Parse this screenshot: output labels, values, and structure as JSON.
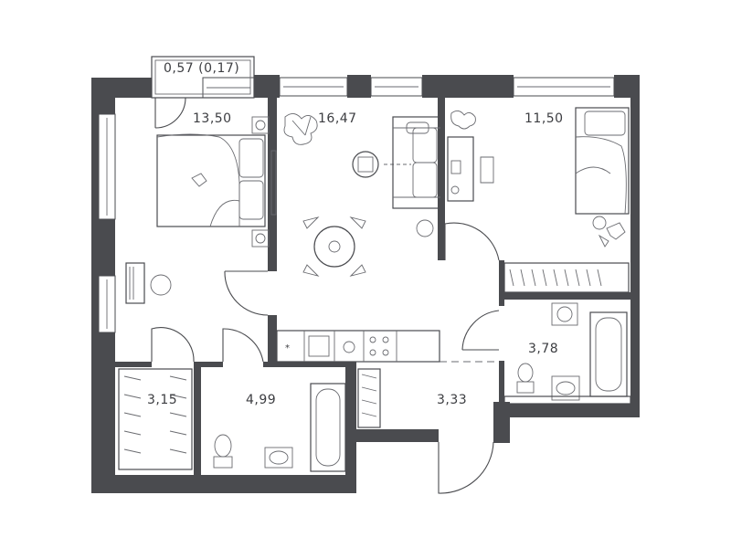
{
  "rooms": [
    {
      "id": "bedroom-left",
      "area": "13,50"
    },
    {
      "id": "living-kitchen",
      "area": "16,47"
    },
    {
      "id": "bedroom-right",
      "area": "11,50"
    },
    {
      "id": "balcony",
      "area": "0,57 (0,17)"
    },
    {
      "id": "storage",
      "area": "3,15"
    },
    {
      "id": "bathroom-main",
      "area": "4,99"
    },
    {
      "id": "hallway",
      "area": "3,33"
    },
    {
      "id": "bathroom-small",
      "area": "3,78"
    }
  ],
  "colors": {
    "wall": "#4a4b4f",
    "line": "#6a6b70",
    "background": "#ffffff"
  }
}
